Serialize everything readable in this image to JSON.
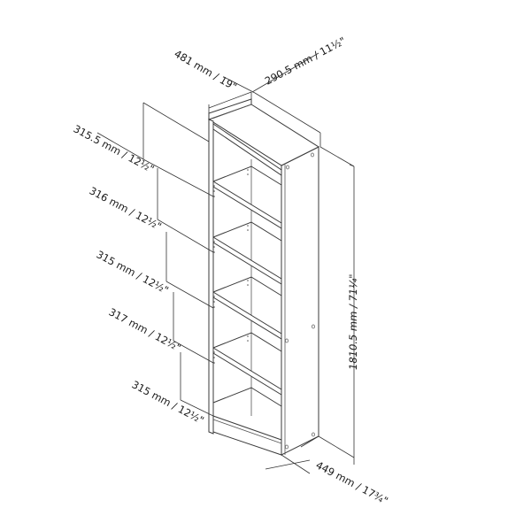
{
  "diagram": {
    "subject": "Tall narrow 5-shelf bookcase, isometric line drawing with dimensions",
    "colors": {
      "line": "#3a3a3a",
      "text": "#1a1a1a",
      "background": "#ffffff"
    },
    "overall": {
      "width_label": "481 mm / 19\"",
      "depth_label": "290.5 mm / 11½\"",
      "height_label": "1810.5 mm / 71¼\"",
      "base_label": "449 mm / 17¾\""
    },
    "shelf_openings": [
      {
        "label": "315.5 mm / 12½\""
      },
      {
        "label": "316 mm / 12½\""
      },
      {
        "label": "315 mm / 12½\""
      },
      {
        "label": "317 mm / 12½\""
      },
      {
        "label": "315 mm / 12½\""
      }
    ]
  }
}
